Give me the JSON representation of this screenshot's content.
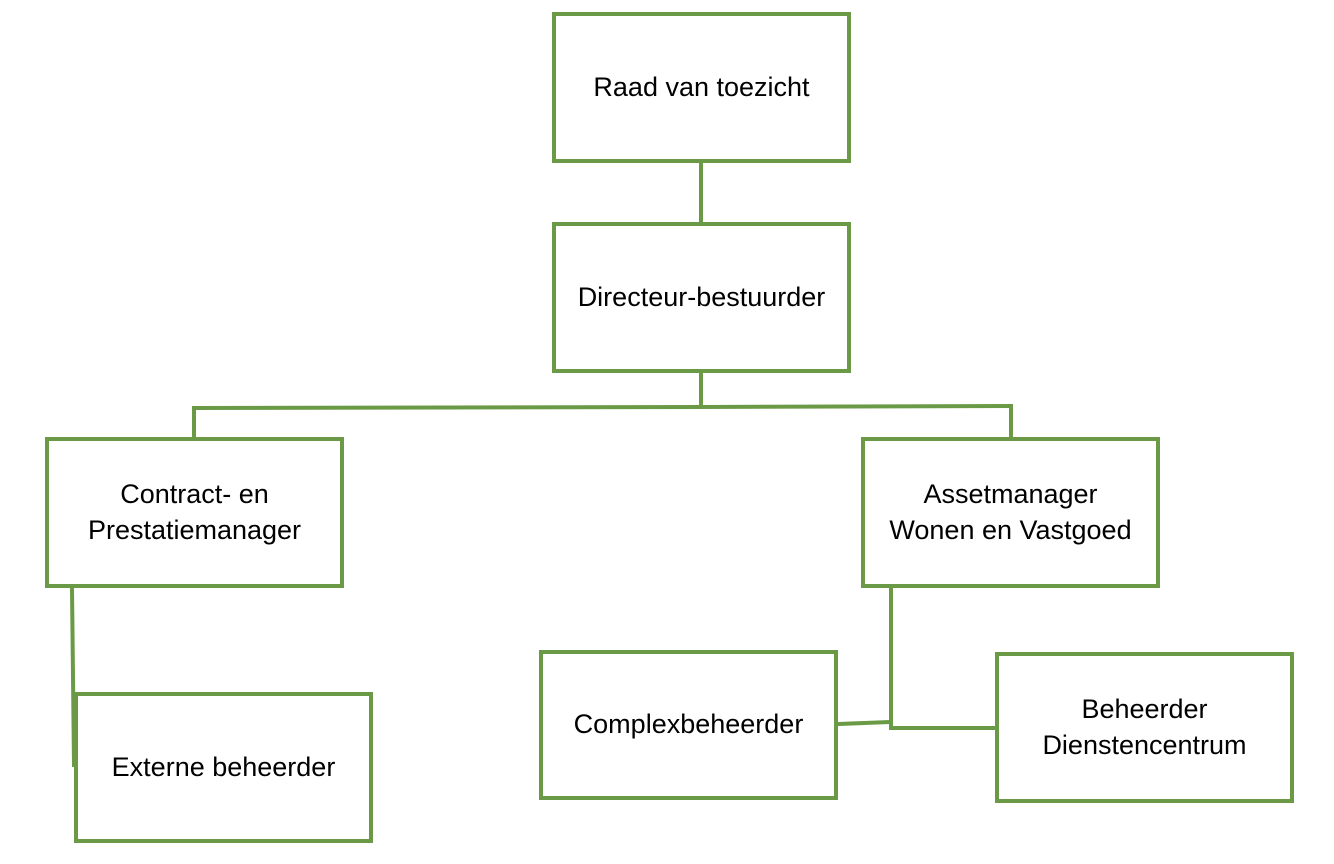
{
  "diagram": {
    "type": "org-chart",
    "line_color": "#6a9a45",
    "nodes": [
      {
        "id": "raad",
        "label": "Raad van toezicht"
      },
      {
        "id": "directeur",
        "label": "Directeur-bestuurder"
      },
      {
        "id": "contract",
        "label": "Contract- en\nPrestatiemanager"
      },
      {
        "id": "asset",
        "label": "Assetmanager\nWonen en Vastgoed"
      },
      {
        "id": "extern",
        "label": "Externe beheerder"
      },
      {
        "id": "complex",
        "label": "Complexbeheerder"
      },
      {
        "id": "dienst",
        "label": "Beheerder\nDienstencentrum"
      }
    ],
    "edges": [
      {
        "from": "raad",
        "to": "directeur"
      },
      {
        "from": "directeur",
        "to": "contract"
      },
      {
        "from": "directeur",
        "to": "asset"
      },
      {
        "from": "contract",
        "to": "extern"
      },
      {
        "from": "asset",
        "to": "complex"
      },
      {
        "from": "asset",
        "to": "dienst"
      }
    ]
  }
}
